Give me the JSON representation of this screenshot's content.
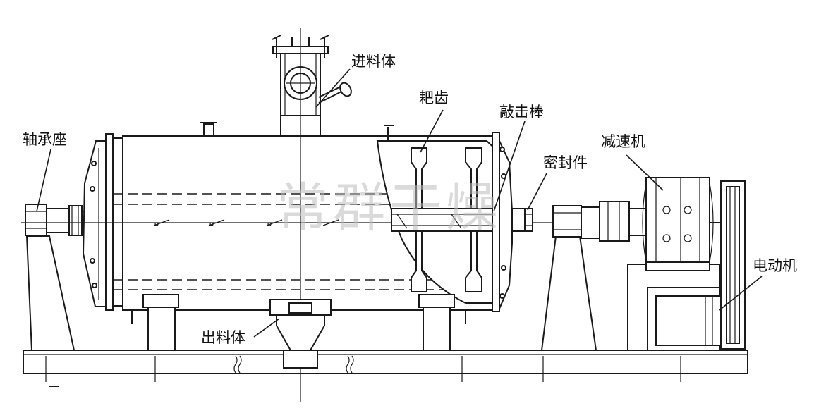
{
  "diagram": {
    "watermark": "常群干燥",
    "labels": {
      "bearing_seat": "轴承座",
      "feed_body": "进料体",
      "rake_teeth": "耙齿",
      "striking_rod": "敲击棒",
      "seal": "密封件",
      "reducer": "减速机",
      "motor": "电动机",
      "discharge_body": "出料体"
    },
    "colors": {
      "line": "#1a1a1a",
      "background": "#ffffff",
      "watermark": "#bdbdbd"
    }
  }
}
